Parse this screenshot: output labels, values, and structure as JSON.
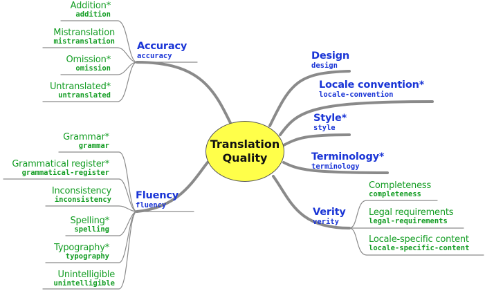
{
  "colors": {
    "category": "#1a35d6",
    "subcategory": "#139d23",
    "root_fill": "#ffff4a",
    "branch": "#8a8a8a"
  },
  "root": {
    "line1": "Translation",
    "line2": "Quality"
  },
  "accuracy": {
    "label": "Accuracy",
    "code": "accuracy",
    "children": [
      {
        "label": "Addition*",
        "code": "addition"
      },
      {
        "label": "Mistranslation",
        "code": "mistranslation"
      },
      {
        "label": "Omission*",
        "code": "omission"
      },
      {
        "label": "Untranslated*",
        "code": "untranslated"
      }
    ]
  },
  "fluency": {
    "label": "Fluency",
    "code": "fluency",
    "children": [
      {
        "label": "Grammar*",
        "code": "grammar"
      },
      {
        "label": "Grammatical register*",
        "code": "grammatical-register"
      },
      {
        "label": "Inconsistency",
        "code": "inconsistency"
      },
      {
        "label": "Spelling*",
        "code": "spelling"
      },
      {
        "label": "Typography*",
        "code": "typography"
      },
      {
        "label": "Unintelligible",
        "code": "unintelligible"
      }
    ]
  },
  "design": {
    "label": "Design",
    "code": "design"
  },
  "locale_convention": {
    "label": "Locale convention*",
    "code": "locale-convention"
  },
  "style": {
    "label": "Style*",
    "code": "style"
  },
  "terminology": {
    "label": "Terminology*",
    "code": "terminology"
  },
  "verity": {
    "label": "Verity",
    "code": "verity",
    "children": [
      {
        "label": "Completeness",
        "code": "completeness"
      },
      {
        "label": "Legal requirements",
        "code": "legal-requirements"
      },
      {
        "label": "Locale-specific content",
        "code": "locale-specific-content"
      }
    ]
  }
}
